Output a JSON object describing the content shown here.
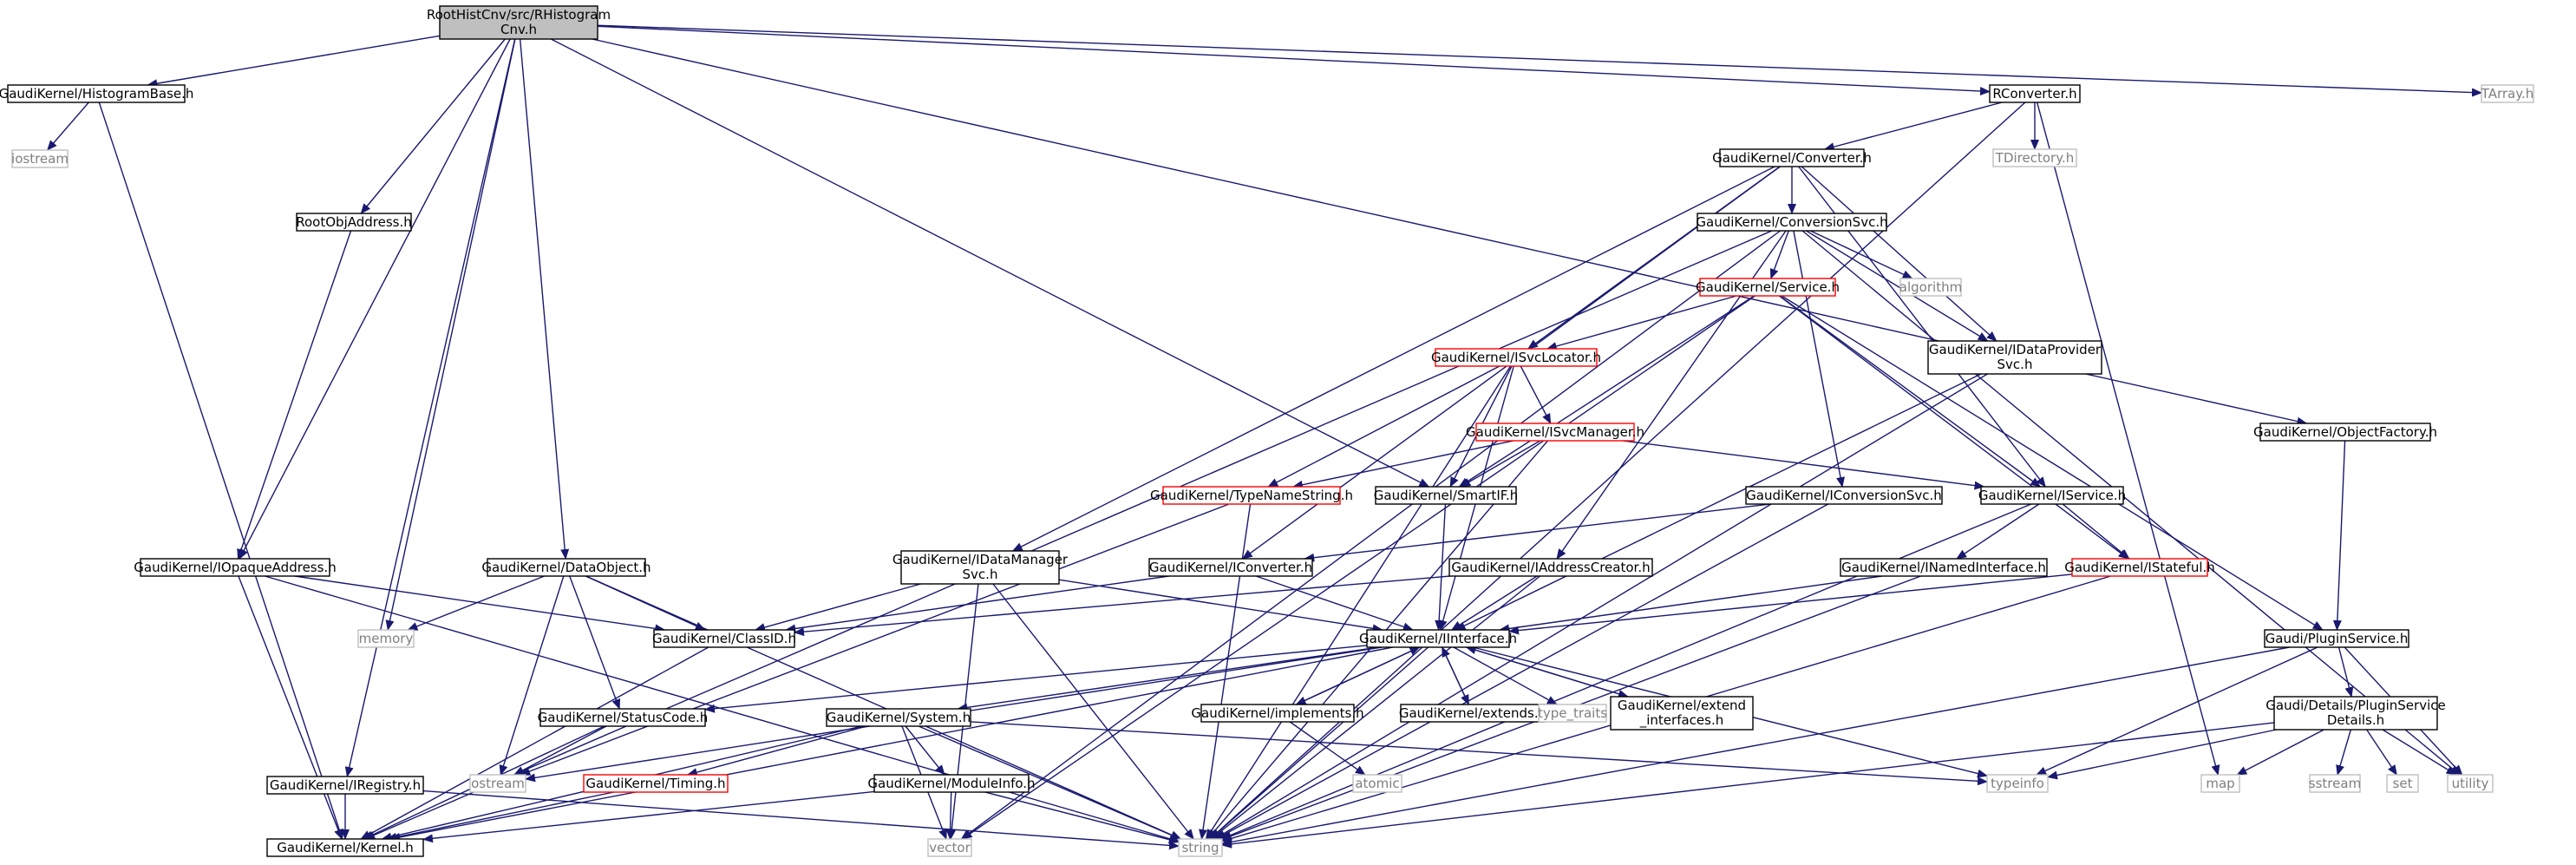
{
  "graph": {
    "nodes": [
      {
        "id": "root",
        "lines": [
          "RootHistCnv/src/RHistogram",
          "Cnv.h"
        ],
        "style": "root"
      },
      {
        "id": "histbase",
        "lines": [
          "GaudiKernel/HistogramBase.h"
        ],
        "style": "box"
      },
      {
        "id": "iostream",
        "lines": [
          "iostream"
        ],
        "style": "ext"
      },
      {
        "id": "rootobjaddr",
        "lines": [
          "RootObjAddress.h"
        ],
        "style": "box"
      },
      {
        "id": "iopaque",
        "lines": [
          "GaudiKernel/IOpaqueAddress.h"
        ],
        "style": "box"
      },
      {
        "id": "dataobject",
        "lines": [
          "GaudiKernel/DataObject.h"
        ],
        "style": "box"
      },
      {
        "id": "memory",
        "lines": [
          "memory"
        ],
        "style": "ext"
      },
      {
        "id": "iregistry",
        "lines": [
          "GaudiKernel/IRegistry.h"
        ],
        "style": "box"
      },
      {
        "id": "kernel",
        "lines": [
          "GaudiKernel/Kernel.h"
        ],
        "style": "box"
      },
      {
        "id": "ostream",
        "lines": [
          "ostream"
        ],
        "style": "ext"
      },
      {
        "id": "statuscode",
        "lines": [
          "GaudiKernel/StatusCode.h"
        ],
        "style": "box"
      },
      {
        "id": "classid",
        "lines": [
          "GaudiKernel/ClassID.h"
        ],
        "style": "box"
      },
      {
        "id": "timing",
        "lines": [
          "GaudiKernel/Timing.h"
        ],
        "style": "red"
      },
      {
        "id": "system",
        "lines": [
          "GaudiKernel/System.h"
        ],
        "style": "box"
      },
      {
        "id": "moduleinfo",
        "lines": [
          "GaudiKernel/ModuleInfo.h"
        ],
        "style": "box"
      },
      {
        "id": "vector",
        "lines": [
          "vector"
        ],
        "style": "ext"
      },
      {
        "id": "string",
        "lines": [
          "string"
        ],
        "style": "ext"
      },
      {
        "id": "idatamgr",
        "lines": [
          "GaudiKernel/IDataManager",
          "Svc.h"
        ],
        "style": "box"
      },
      {
        "id": "typenamestr",
        "lines": [
          "GaudiKernel/TypeNameString.h"
        ],
        "style": "red"
      },
      {
        "id": "iconverter",
        "lines": [
          "GaudiKernel/IConverter.h"
        ],
        "style": "box"
      },
      {
        "id": "smartif",
        "lines": [
          "GaudiKernel/SmartIF.h"
        ],
        "style": "box"
      },
      {
        "id": "iinterface",
        "lines": [
          "GaudiKernel/IInterface.h"
        ],
        "style": "box"
      },
      {
        "id": "implements",
        "lines": [
          "GaudiKernel/implements.h"
        ],
        "style": "box"
      },
      {
        "id": "atomic",
        "lines": [
          "atomic"
        ],
        "style": "ext"
      },
      {
        "id": "extends",
        "lines": [
          "GaudiKernel/extends.h"
        ],
        "style": "box"
      },
      {
        "id": "typetraits",
        "lines": [
          "type_traits"
        ],
        "style": "ext"
      },
      {
        "id": "extendif",
        "lines": [
          "GaudiKernel/extend",
          "_interfaces.h"
        ],
        "style": "box"
      },
      {
        "id": "typeinfo",
        "lines": [
          "typeinfo"
        ],
        "style": "ext"
      },
      {
        "id": "iaddrcreator",
        "lines": [
          "GaudiKernel/IAddressCreator.h"
        ],
        "style": "box"
      },
      {
        "id": "isvclocator",
        "lines": [
          "GaudiKernel/ISvcLocator.h"
        ],
        "style": "red"
      },
      {
        "id": "isvcmanager",
        "lines": [
          "GaudiKernel/ISvcManager.h"
        ],
        "style": "red"
      },
      {
        "id": "service",
        "lines": [
          "GaudiKernel/Service.h"
        ],
        "style": "red"
      },
      {
        "id": "conversionsvc",
        "lines": [
          "GaudiKernel/ConversionSvc.h"
        ],
        "style": "box"
      },
      {
        "id": "converter",
        "lines": [
          "GaudiKernel/Converter.h"
        ],
        "style": "box"
      },
      {
        "id": "algorithm",
        "lines": [
          "algorithm"
        ],
        "style": "ext"
      },
      {
        "id": "iconvsvc",
        "lines": [
          "GaudiKernel/IConversionSvc.h"
        ],
        "style": "box"
      },
      {
        "id": "idataprov",
        "lines": [
          "GaudiKernel/IDataProvider",
          "Svc.h"
        ],
        "style": "box"
      },
      {
        "id": "iservice",
        "lines": [
          "GaudiKernel/IService.h"
        ],
        "style": "box"
      },
      {
        "id": "inamedif",
        "lines": [
          "GaudiKernel/INamedInterface.h"
        ],
        "style": "box"
      },
      {
        "id": "istateful",
        "lines": [
          "GaudiKernel/IStateful.h"
        ],
        "style": "red"
      },
      {
        "id": "rconverter",
        "lines": [
          "RConverter.h"
        ],
        "style": "box"
      },
      {
        "id": "tdirectory",
        "lines": [
          "TDirectory.h"
        ],
        "style": "ext"
      },
      {
        "id": "map",
        "lines": [
          "map"
        ],
        "style": "ext"
      },
      {
        "id": "objfactory",
        "lines": [
          "GaudiKernel/ObjectFactory.h"
        ],
        "style": "box"
      },
      {
        "id": "pluginsvc",
        "lines": [
          "Gaudi/PluginService.h"
        ],
        "style": "box"
      },
      {
        "id": "pluginsvcdetails",
        "lines": [
          "Gaudi/Details/PluginService",
          "Details.h"
        ],
        "style": "box"
      },
      {
        "id": "sstream",
        "lines": [
          "sstream"
        ],
        "style": "ext"
      },
      {
        "id": "set",
        "lines": [
          "set"
        ],
        "style": "ext"
      },
      {
        "id": "utility",
        "lines": [
          "utility"
        ],
        "style": "ext"
      },
      {
        "id": "tarray",
        "lines": [
          "TArray.h"
        ],
        "style": "ext"
      }
    ],
    "edges": [
      [
        "root",
        "histbase"
      ],
      [
        "root",
        "rootobjaddr"
      ],
      [
        "root",
        "iopaque"
      ],
      [
        "root",
        "dataobject"
      ],
      [
        "root",
        "memory"
      ],
      [
        "root",
        "iregistry"
      ],
      [
        "root",
        "smartif"
      ],
      [
        "root",
        "rconverter"
      ],
      [
        "root",
        "objfactory"
      ],
      [
        "root",
        "tarray"
      ],
      [
        "histbase",
        "iostream"
      ],
      [
        "histbase",
        "kernel"
      ],
      [
        "rootobjaddr",
        "iopaque"
      ],
      [
        "iopaque",
        "kernel"
      ],
      [
        "iopaque",
        "classid"
      ],
      [
        "iopaque",
        "string"
      ],
      [
        "dataobject",
        "classid"
      ],
      [
        "dataobject",
        "statuscode"
      ],
      [
        "dataobject",
        "ostream"
      ],
      [
        "dataobject",
        "memory"
      ],
      [
        "dataobject",
        "string"
      ],
      [
        "iregistry",
        "kernel"
      ],
      [
        "iregistry",
        "string"
      ],
      [
        "statuscode",
        "ostream"
      ],
      [
        "statuscode",
        "kernel"
      ],
      [
        "classid",
        "kernel"
      ],
      [
        "timing",
        "kernel"
      ],
      [
        "system",
        "kernel"
      ],
      [
        "system",
        "timing"
      ],
      [
        "system",
        "moduleinfo"
      ],
      [
        "system",
        "string"
      ],
      [
        "system",
        "vector"
      ],
      [
        "system",
        "typeinfo"
      ],
      [
        "moduleinfo",
        "kernel"
      ],
      [
        "moduleinfo",
        "string"
      ],
      [
        "moduleinfo",
        "vector"
      ],
      [
        "idatamgr",
        "classid"
      ],
      [
        "idatamgr",
        "iinterface"
      ],
      [
        "idatamgr",
        "string"
      ],
      [
        "idatamgr",
        "vector"
      ],
      [
        "typenamestr",
        "string"
      ],
      [
        "typenamestr",
        "ostream"
      ],
      [
        "iconverter",
        "classid"
      ],
      [
        "iconverter",
        "iinterface"
      ],
      [
        "smartif",
        "iinterface"
      ],
      [
        "iinterface",
        "kernel"
      ],
      [
        "iinterface",
        "statuscode"
      ],
      [
        "iinterface",
        "system"
      ],
      [
        "iinterface",
        "implements"
      ],
      [
        "iinterface",
        "extends"
      ],
      [
        "iinterface",
        "typetraits"
      ],
      [
        "iinterface",
        "extendif"
      ],
      [
        "iinterface",
        "typeinfo"
      ],
      [
        "iinterface",
        "ostream"
      ],
      [
        "iinterface",
        "string"
      ],
      [
        "implements",
        "iinterface"
      ],
      [
        "implements",
        "atomic"
      ],
      [
        "extends",
        "iinterface"
      ],
      [
        "extendif",
        "iinterface"
      ],
      [
        "iaddrcreator",
        "iinterface"
      ],
      [
        "iaddrcreator",
        "classid"
      ],
      [
        "iaddrcreator",
        "string"
      ],
      [
        "isvclocator",
        "iinterface"
      ],
      [
        "isvclocator",
        "smartif"
      ],
      [
        "isvclocator",
        "isvcmanager"
      ],
      [
        "isvclocator",
        "typenamestr"
      ],
      [
        "isvclocator",
        "string"
      ],
      [
        "isvcmanager",
        "iservice"
      ],
      [
        "isvcmanager",
        "smartif"
      ],
      [
        "isvcmanager",
        "typenamestr"
      ],
      [
        "isvcmanager",
        "string"
      ],
      [
        "service",
        "isvclocator"
      ],
      [
        "service",
        "iservice"
      ],
      [
        "service",
        "istateful"
      ],
      [
        "service",
        "smartif"
      ],
      [
        "service",
        "pluginsvc"
      ],
      [
        "service",
        "vector"
      ],
      [
        "conversionsvc",
        "service"
      ],
      [
        "conversionsvc",
        "iconvsvc"
      ],
      [
        "conversionsvc",
        "iaddrcreator"
      ],
      [
        "conversionsvc",
        "idataprov"
      ],
      [
        "conversionsvc",
        "algorithm"
      ],
      [
        "conversionsvc",
        "kernel"
      ],
      [
        "conversionsvc",
        "vector"
      ],
      [
        "conversionsvc",
        "utility"
      ],
      [
        "converter",
        "conversionsvc"
      ],
      [
        "converter",
        "idatamgr"
      ],
      [
        "converter",
        "iconverter"
      ],
      [
        "converter",
        "isvclocator"
      ],
      [
        "converter",
        "idataprov"
      ],
      [
        "converter",
        "iservice"
      ],
      [
        "iconvsvc",
        "iconverter"
      ],
      [
        "iconvsvc",
        "string"
      ],
      [
        "idataprov",
        "iinterface"
      ],
      [
        "idataprov",
        "string"
      ],
      [
        "iservice",
        "inamedif"
      ],
      [
        "iservice",
        "istateful"
      ],
      [
        "iservice",
        "string"
      ],
      [
        "inamedif",
        "iinterface"
      ],
      [
        "inamedif",
        "string"
      ],
      [
        "istateful",
        "iinterface"
      ],
      [
        "istateful",
        "string"
      ],
      [
        "rconverter",
        "converter"
      ],
      [
        "rconverter",
        "tdirectory"
      ],
      [
        "rconverter",
        "map"
      ],
      [
        "rconverter",
        "string"
      ],
      [
        "objfactory",
        "pluginsvc"
      ],
      [
        "pluginsvc",
        "pluginsvcdetails"
      ],
      [
        "pluginsvc",
        "typeinfo"
      ],
      [
        "pluginsvc",
        "string"
      ],
      [
        "pluginsvc",
        "utility"
      ],
      [
        "pluginsvcdetails",
        "map"
      ],
      [
        "pluginsvcdetails",
        "sstream"
      ],
      [
        "pluginsvcdetails",
        "set"
      ],
      [
        "pluginsvcdetails",
        "utility"
      ],
      [
        "pluginsvcdetails",
        "typeinfo"
      ],
      [
        "pluginsvcdetails",
        "string"
      ]
    ]
  }
}
